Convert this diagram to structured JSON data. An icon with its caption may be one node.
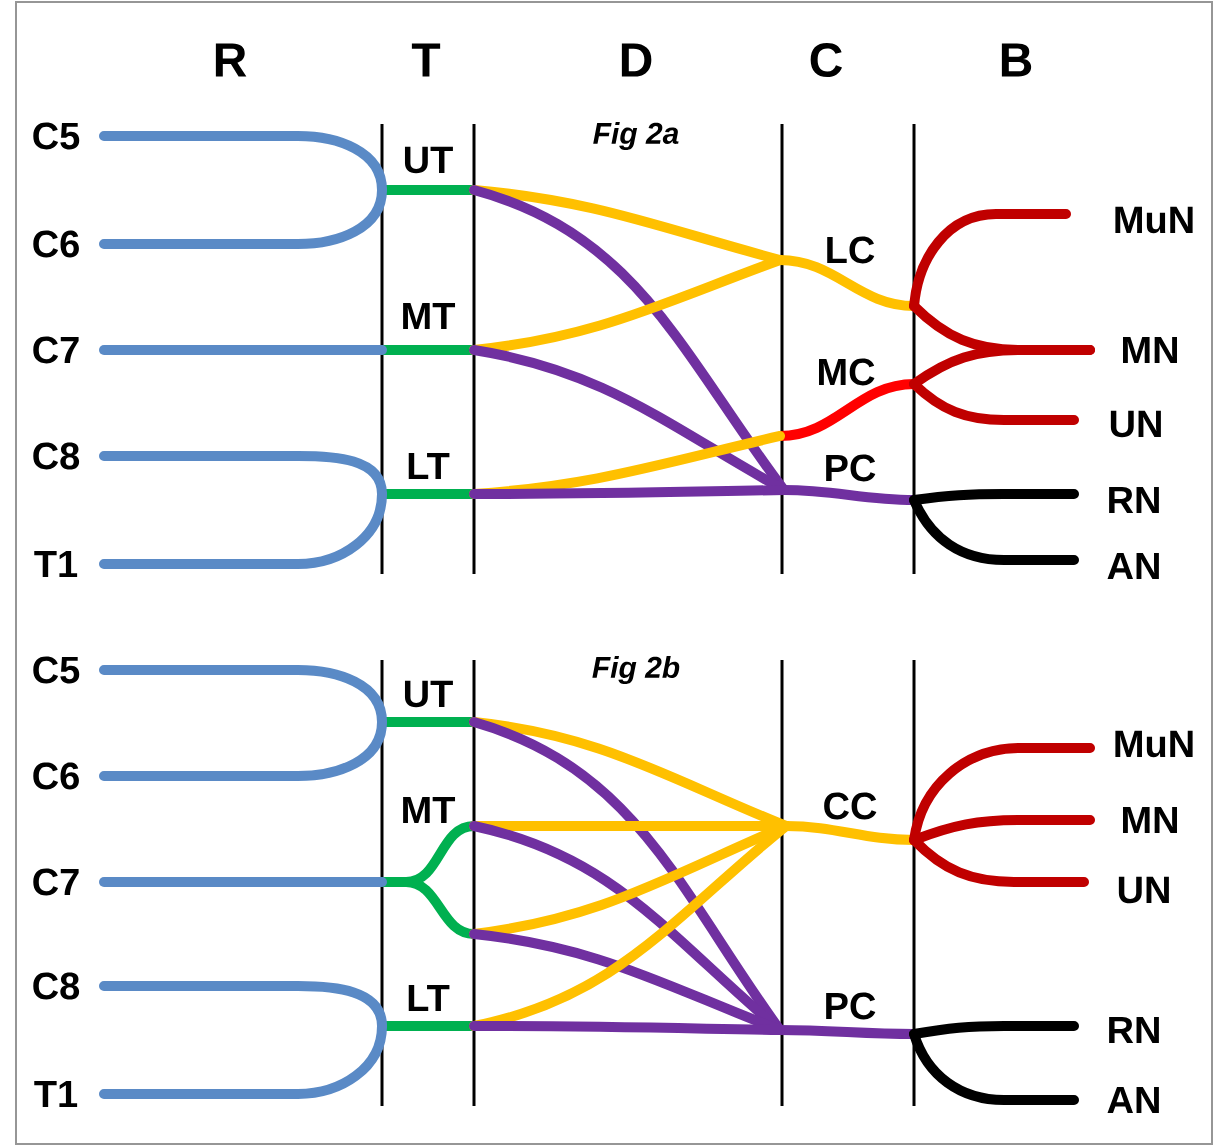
{
  "diagram": {
    "nodes": [
      {
        "text": [
          "C5"
        ]
      },
      {
        "text": [
          "C6"
        ]
      },
      {
        "text": [
          "C7"
        ]
      },
      {
        "text": [
          "C8"
        ]
      },
      {
        "text": [
          "T1"
        ]
      },
      {
        "text": [
          "UT"
        ]
      },
      {
        "text": [
          "MT"
        ]
      },
      {
        "text": [
          "LT"
        ]
      },
      {
        "text": [
          "LC"
        ]
      },
      {
        "text": [
          "MC"
        ]
      },
      {
        "text": [
          "PC"
        ]
      },
      {
        "text": [
          "MuN"
        ]
      },
      {
        "text": [
          "MN"
        ]
      },
      {
        "text": [
          "UN"
        ]
      },
      {
        "text": [
          "RN"
        ]
      },
      {
        "text": [
          "AN"
        ]
      },
      {
        "text": [
          "C5"
        ]
      },
      {
        "text": [
          "C6"
        ]
      },
      {
        "text": [
          "C7"
        ]
      },
      {
        "text": [
          "C8"
        ]
      },
      {
        "text": [
          "T1"
        ]
      },
      {
        "text": [
          "UT"
        ]
      },
      {
        "text": [
          "MT"
        ]
      },
      {
        "text": [
          "LT"
        ]
      },
      {
        "text": [
          "CC"
        ]
      },
      {
        "text": [
          "PC"
        ]
      },
      {
        "text": [
          "MuN"
        ]
      },
      {
        "text": [
          "MN"
        ]
      },
      {
        "text": [
          "UN"
        ]
      },
      {
        "text": [
          "RN"
        ]
      },
      {
        "text": [
          "AN"
        ]
      }
    ],
    "edges": [
      {
        "from": 0,
        "to": 5,
        "arrow": "none",
        "color": "#5a8ac6"
      },
      {
        "from": 1,
        "to": 5,
        "arrow": "none",
        "color": "#5a8ac6"
      },
      {
        "from": 2,
        "to": 6,
        "arrow": "none",
        "color": "#5a8ac6"
      },
      {
        "from": 3,
        "to": 7,
        "arrow": "none",
        "color": "#5a8ac6"
      },
      {
        "from": 4,
        "to": 7,
        "arrow": "none",
        "color": "#5a8ac6"
      },
      {
        "from": 5,
        "to": 8,
        "arrow": "none",
        "color": "#ffc000"
      },
      {
        "from": 5,
        "to": 10,
        "arrow": "none",
        "color": "#7030a0"
      },
      {
        "from": 6,
        "to": 8,
        "arrow": "none",
        "color": "#ffc000"
      },
      {
        "from": 6,
        "to": 10,
        "arrow": "none",
        "color": "#7030a0"
      },
      {
        "from": 7,
        "to": 9,
        "arrow": "none",
        "color": "#ffc000"
      },
      {
        "from": 7,
        "to": 10,
        "arrow": "none",
        "color": "#7030a0"
      },
      {
        "from": 8,
        "to": 11,
        "arrow": "none",
        "color": "#c00000"
      },
      {
        "from": 8,
        "to": 12,
        "arrow": "none",
        "color": "#c00000"
      },
      {
        "from": 9,
        "to": 12,
        "arrow": "none",
        "color": "#c00000"
      },
      {
        "from": 9,
        "to": 13,
        "arrow": "none",
        "color": "#c00000"
      },
      {
        "from": 10,
        "to": 14,
        "arrow": "none",
        "color": "#000000"
      },
      {
        "from": 10,
        "to": 15,
        "arrow": "none",
        "color": "#000000"
      },
      {
        "from": 16,
        "to": 21,
        "arrow": "none",
        "color": "#5a8ac6"
      },
      {
        "from": 17,
        "to": 21,
        "arrow": "none",
        "color": "#5a8ac6"
      },
      {
        "from": 18,
        "to": 22,
        "arrow": "none",
        "color": "#5a8ac6"
      },
      {
        "from": 19,
        "to": 23,
        "arrow": "none",
        "color": "#5a8ac6"
      },
      {
        "from": 20,
        "to": 23,
        "arrow": "none",
        "color": "#5a8ac6"
      },
      {
        "from": 21,
        "to": 24,
        "arrow": "none",
        "color": "#ffc000"
      },
      {
        "from": 21,
        "to": 25,
        "arrow": "none",
        "color": "#7030a0"
      },
      {
        "from": 22,
        "to": 24,
        "arrow": "none",
        "color": "#ffc000"
      },
      {
        "from": 22,
        "to": 25,
        "arrow": "none",
        "color": "#7030a0"
      },
      {
        "from": 22,
        "to": 24,
        "arrow": "none",
        "color": "#ffc000"
      },
      {
        "from": 22,
        "to": 25,
        "arrow": "none",
        "color": "#7030a0"
      },
      {
        "from": 23,
        "to": 24,
        "arrow": "none",
        "color": "#ffc000"
      },
      {
        "from": 23,
        "to": 25,
        "arrow": "none",
        "color": "#7030a0"
      },
      {
        "from": 24,
        "to": 26,
        "arrow": "none",
        "color": "#c00000"
      },
      {
        "from": 24,
        "to": 27,
        "arrow": "none",
        "color": "#c00000"
      },
      {
        "from": 24,
        "to": 28,
        "arrow": "none",
        "color": "#c00000"
      },
      {
        "from": 25,
        "to": 29,
        "arrow": "none",
        "color": "#000000"
      },
      {
        "from": 25,
        "to": 30,
        "arrow": "none",
        "color": "#000000"
      }
    ],
    "labels": [
      "R",
      "T",
      "D",
      "C",
      "B",
      "Fig 2a",
      "Fig 2b"
    ]
  }
}
